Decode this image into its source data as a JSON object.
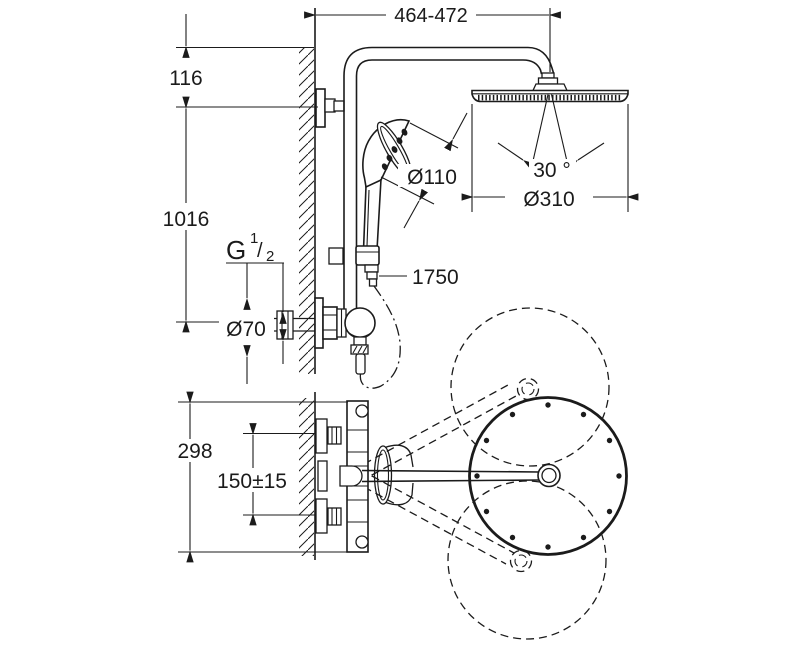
{
  "drawing": {
    "labels": {
      "width_range": "464-472",
      "top_offset": "116",
      "rail_height": "1016",
      "thread": {
        "prefix": "G",
        "numerator": "1",
        "slash": "/",
        "denominator": "2"
      },
      "escutcheon_diameter": "Ø70",
      "hand_shower_diameter": "Ø110",
      "hose_length": "1750",
      "swivel_angle": "30 °",
      "head_shower_diameter": "Ø310",
      "valve_width": "298",
      "supply_distance": "150±15"
    },
    "colors": {
      "line": "#1b1b1b",
      "background": "#ffffff"
    }
  }
}
